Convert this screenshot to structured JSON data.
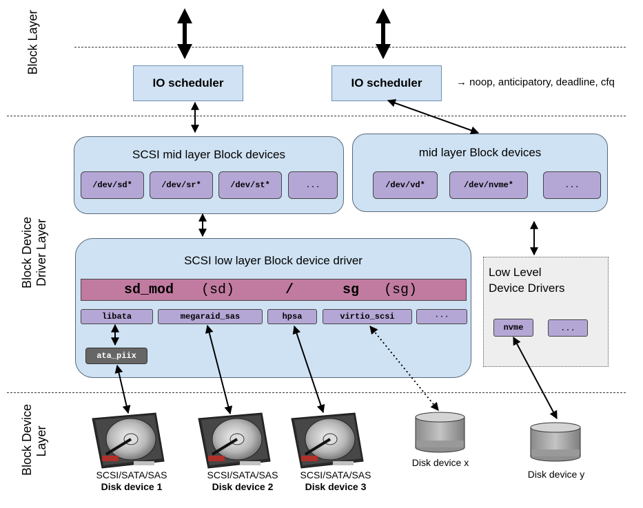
{
  "layers": {
    "block_layer": "Block Layer",
    "driver_layer_line1": "Block Device",
    "driver_layer_line2": "Driver Layer",
    "device_layer_line1": "Block Device",
    "device_layer_line2": "Layer"
  },
  "schedulers": {
    "left": "IO scheduler",
    "right": "IO scheduler",
    "note": "→  noop, anticipatory, deadline, cfq"
  },
  "scsi_mid": {
    "title": "SCSI mid layer Block devices",
    "devices": [
      "/dev/sd*",
      "/dev/sr*",
      "/dev/st*",
      "..."
    ]
  },
  "mid": {
    "title": "mid layer Block devices",
    "devices": [
      "/dev/vd*",
      "/dev/nvme*",
      "..."
    ]
  },
  "scsi_low": {
    "title": "SCSI low layer Block device driver",
    "mod_name": "sd_mod",
    "mod_short": "(sd)",
    "separator": "/",
    "sg_name": "sg",
    "sg_short": "(sg)",
    "drivers": [
      "libata",
      "megaraid_sas",
      "hpsa",
      "virtio_scsi",
      "···"
    ],
    "ata": "ata_piix"
  },
  "low_level": {
    "title_line1": "Low Level",
    "title_line2": "Device Drivers",
    "drivers": [
      "nvme",
      "..."
    ]
  },
  "disks": [
    {
      "line1": "SCSI/SATA/SAS",
      "line2": "Disk device 1"
    },
    {
      "line1": "SCSI/SATA/SAS",
      "line2": "Disk device 2"
    },
    {
      "line1": "SCSI/SATA/SAS",
      "line2": "Disk device 3"
    }
  ],
  "cylinders": [
    "Disk device x",
    "Disk device y"
  ]
}
